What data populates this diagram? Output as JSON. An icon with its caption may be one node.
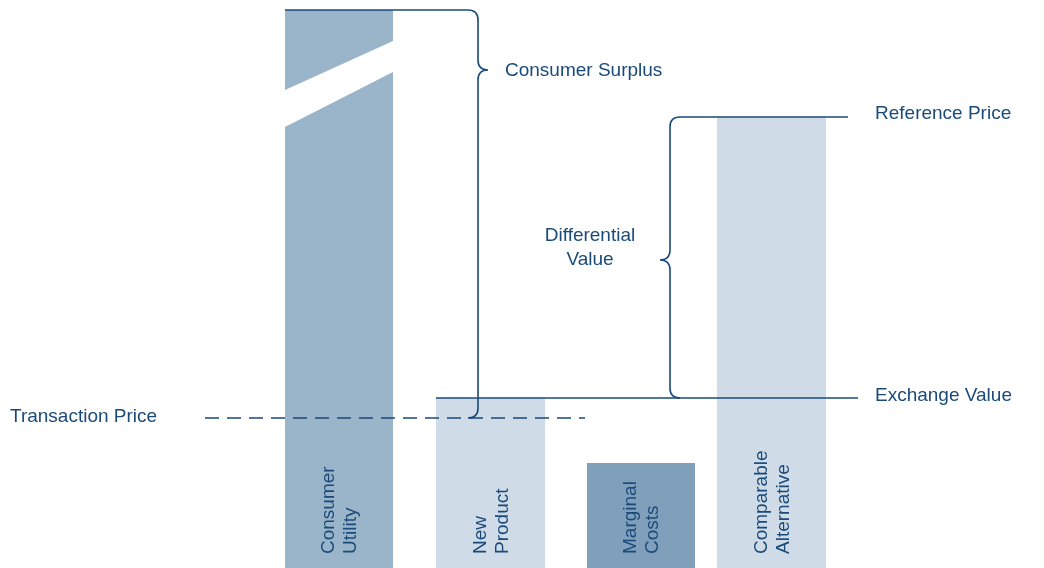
{
  "diagram": {
    "nodes": [
      {
        "text": [
          "Consumer Utility"
        ]
      },
      {
        "text": [
          "New Product"
        ]
      },
      {
        "text": [
          "Marginal Costs"
        ]
      },
      {
        "text": [
          "Comparable Alternative"
        ]
      }
    ],
    "labels": [
      "Consumer Surplus",
      "Reference Price",
      "Differential Value",
      "Exchange Value",
      "Transaction Price"
    ]
  }
}
